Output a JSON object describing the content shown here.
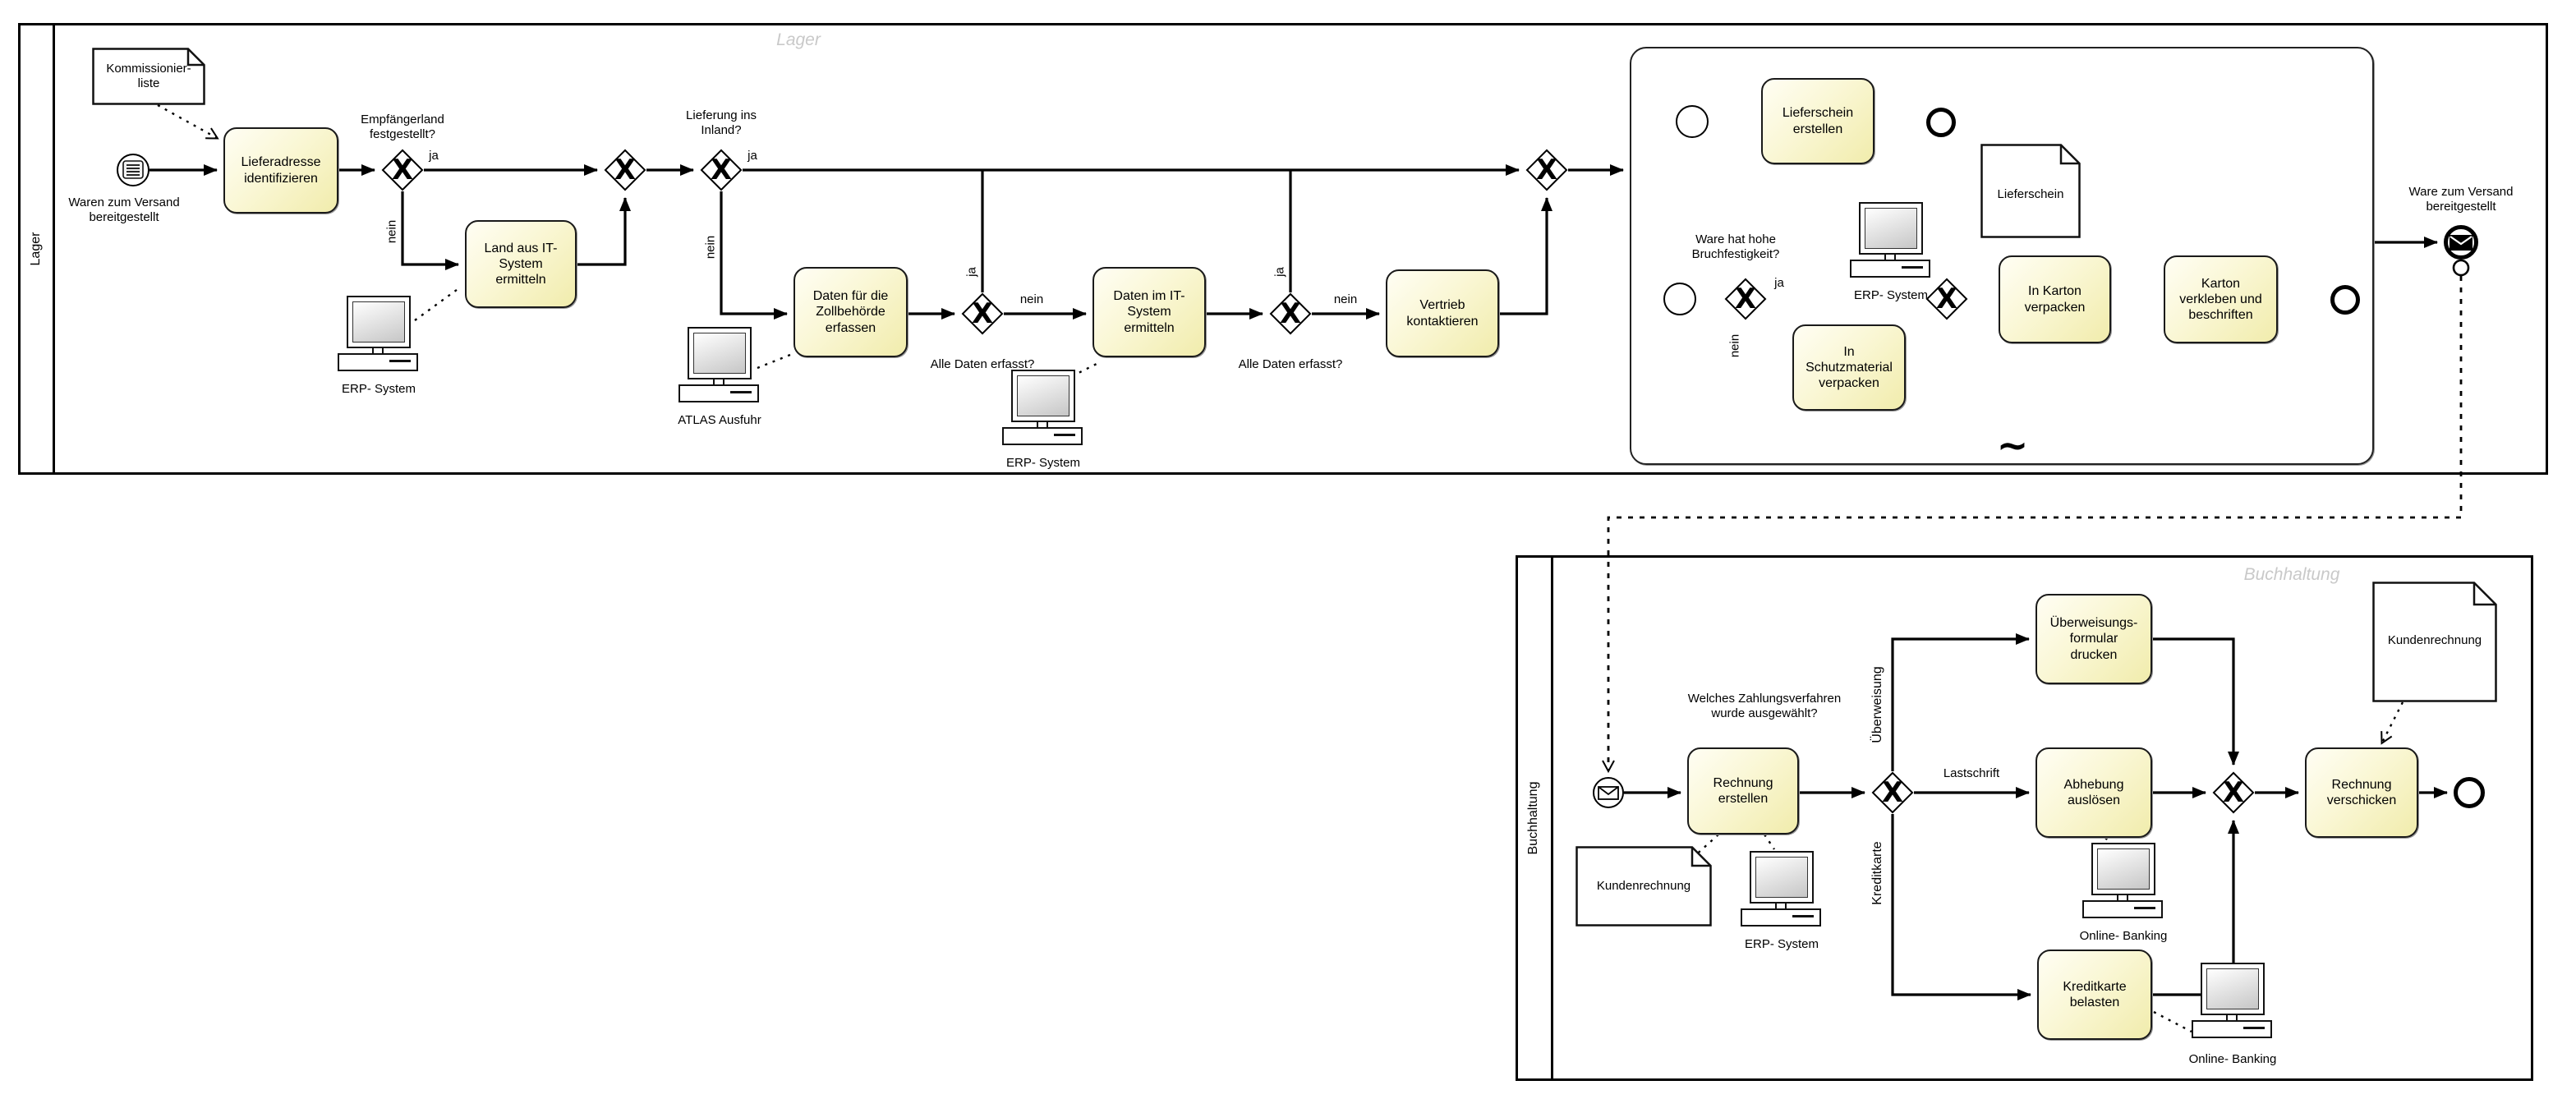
{
  "colors": {
    "task_fill_start": "#fffef4",
    "task_fill_end": "#f1ecac",
    "stroke": "#000000",
    "watermark": "#c9c9c9"
  },
  "labels": {
    "ja": "ja",
    "nein": "nein"
  },
  "pools": {
    "lager": {
      "label": "Lager",
      "watermark": "Lager"
    },
    "buchhaltung": {
      "label": "Buchhaltung",
      "watermark": "Buchhaltung"
    }
  },
  "lager": {
    "doc_kommissionierliste": "Kommissionier-\nliste",
    "start_label": "Waren zum Versand\nbereitgestellt",
    "task_lieferadresse": "Lieferadresse\nidentifizieren",
    "q_empfaengerland": "Empfängerland\nfestgestellt?",
    "task_land": "Land aus IT-\nSystem\nermitteln",
    "erp1": "ERP- System",
    "q_inland": "Lieferung ins\nInland?",
    "atlas": "ATLAS Ausfuhr",
    "task_zoll": "Daten für die\nZollbehörde\nerfassen",
    "q_alle1": "Alle Daten erfasst?",
    "task_daten_it": "Daten im IT-\nSystem\nermitteln",
    "erp2": "ERP- System",
    "q_alle2": "Alle Daten erfasst?",
    "task_vertrieb": "Vertrieb\nkontaktieren",
    "end_label": "Ware zum Versand\nbereitgestellt"
  },
  "sub": {
    "task_lieferschein": "Lieferschein\nerstellen",
    "doc_lieferschein": "Lieferschein",
    "erp3": "ERP- System",
    "q_bruchfestigkeit": "Ware hat hohe\nBruchfestigkeit?",
    "task_schutz": "In\nSchutzmaterial\nverpacken",
    "task_karton": "In Karton\nverpacken",
    "task_verkleben": "Karton\nverkleben und\nbeschriften",
    "adhoc_marker": "~"
  },
  "buch": {
    "task_rechnung": "Rechnung\nerstellen",
    "q_zahlung": "Welches Zahlungsverfahren\nwurde ausgewählt?",
    "branch_ueberweisung": "Überweisung",
    "branch_lastschrift": "Lastschrift",
    "branch_kreditkarte": "Kreditkarte",
    "task_ueberweisung": "Überweisungs-\nformular\ndrucken",
    "task_abhebung": "Abhebung\nauslösen",
    "task_kreditkarte": "Kreditkarte\nbelasten",
    "task_verschicken": "Rechnung\nverschicken",
    "doc_kundenrechnung_links": "Kundenrechnung",
    "doc_kundenrechnung_rechts": "Kundenrechnung",
    "erp4": "ERP- System",
    "online_banking_1": "Online- Banking",
    "online_banking_2": "Online- Banking"
  }
}
